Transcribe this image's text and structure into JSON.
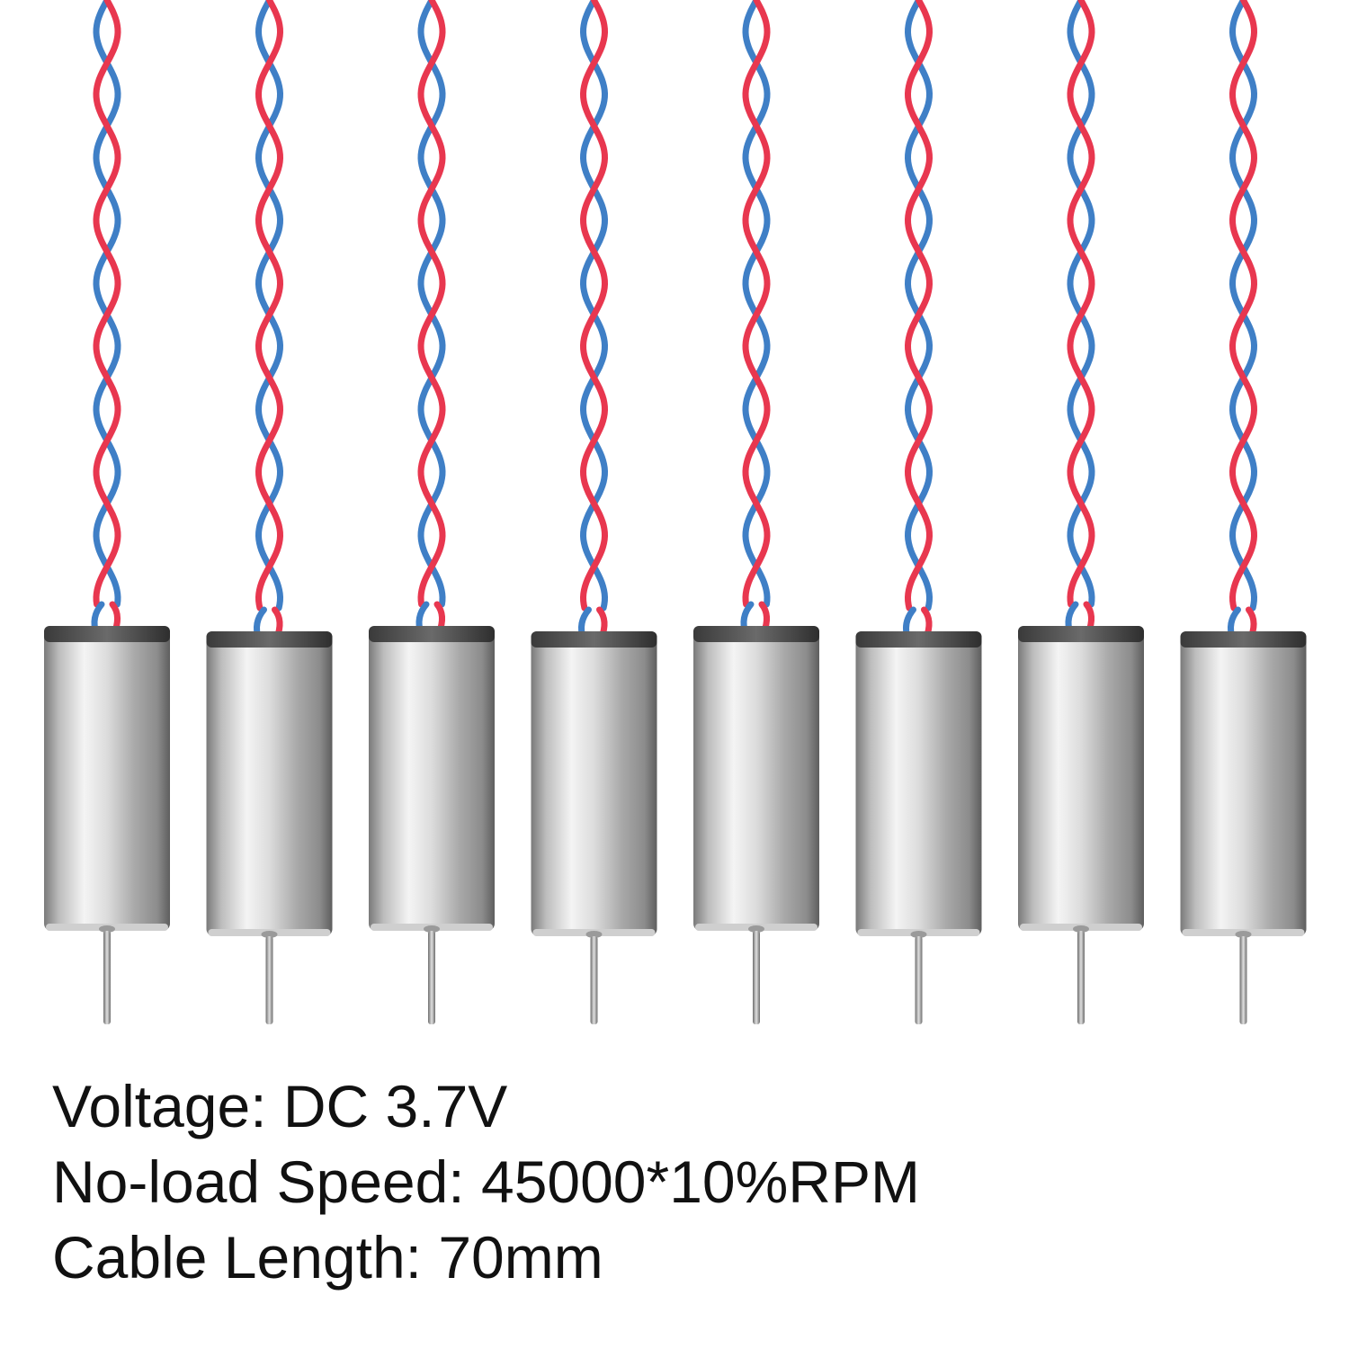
{
  "product": {
    "motor_count": 8,
    "colors": {
      "wire_red": "#e8374f",
      "wire_blue": "#3f7fc6",
      "housing_light": "#f2f2f2",
      "housing_dark": "#6e6e6e",
      "shaft": "#9a9a9a"
    }
  },
  "specs": {
    "voltage": "Voltage: DC 3.7V",
    "speed": "No-load Speed: 45000*10%RPM",
    "cable_length": "Cable Length: 70mm"
  }
}
